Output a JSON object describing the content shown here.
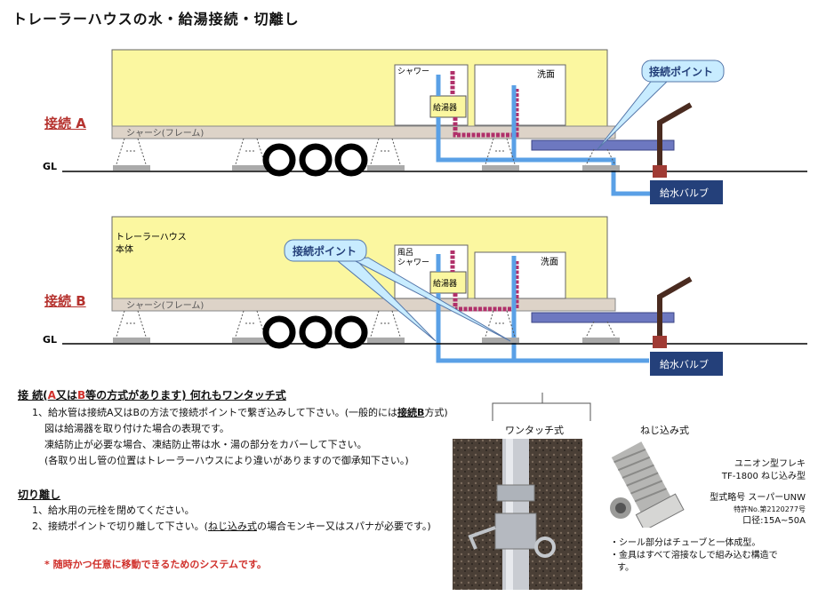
{
  "title": "トレーラーハウスの水・給湯接続・切離し",
  "diagram_a": {
    "connection_label": "接続 A",
    "shower": "シャワー",
    "heater": "給湯器",
    "washroom": "洗面",
    "chassis": "シャーシ(フレーム)",
    "gl": "GL",
    "connection_point": "接続ポイント",
    "valve": "給水バルブ"
  },
  "diagram_b": {
    "connection_label": "接続 B",
    "body_line1": "トレーラーハウス",
    "body_line2": "本体",
    "bath_line1": "風呂",
    "bath_line2": "シャワー",
    "heater": "給湯器",
    "washroom": "洗面",
    "chassis": "シャーシ(フレーム)",
    "gl": "GL",
    "connection_point": "接続ポイント",
    "valve": "給水バルブ"
  },
  "connection_section": {
    "heading_pre": "接 続(",
    "heading_a": "A",
    "heading_mid": "又は",
    "heading_b": "B",
    "heading_post": "等の方式があります) 何れもワンタッチ式",
    "line1_pre": "1、給水管は接続A又はBの方法で接続ポイントで繋ぎ込みして下さい。(一般的には",
    "line1_em": "接続B",
    "line1_post": "方式)",
    "line2": "図は給湯器を取り付けた場合の表現です。",
    "line3": "凍結防止が必要な場合、凍結防止帯は水・湯の部分をカバーして下さい。",
    "line4": "(各取り出し管の位置はトレーラーハウスにより違いがありますので御承知下さい。)"
  },
  "disconnect_section": {
    "heading": "切り離し",
    "line1": "1、給水用の元栓を閉めてください。",
    "line2_pre": "2、接続ポイントで切り離して下さい。(",
    "line2_em": "ねじ込み式",
    "line2_post": "の場合モンキー又はスパナが必要です。)",
    "note": "* 随時かつ任意に移動できるためのシステムです。"
  },
  "one_touch": {
    "caption": "ワンタッチ式"
  },
  "screw": {
    "caption": "ねじ込み式",
    "line1": "ユニオン型フレキ",
    "line2": "TF-1800 ねじ込み型",
    "line3": "型式略号 スーパーUNW",
    "line4": "特許No.第2120277号",
    "line5": "口径:15A~50A",
    "note1": "・シール部分はチューブと一体成型。",
    "note2": "・金具はすべて溶接なしで組み込む構造で",
    "note3": "す。"
  },
  "colors": {
    "body": "#fbf7a0",
    "chassis": "#ddd3c8",
    "water_pipe": "#5aa0e6",
    "hot_pipe": "#b0306a",
    "drain_pipe": "#6d78c0",
    "valve_box": "#24407a",
    "callout": "#c8ecff",
    "post": "#4a2b20"
  }
}
